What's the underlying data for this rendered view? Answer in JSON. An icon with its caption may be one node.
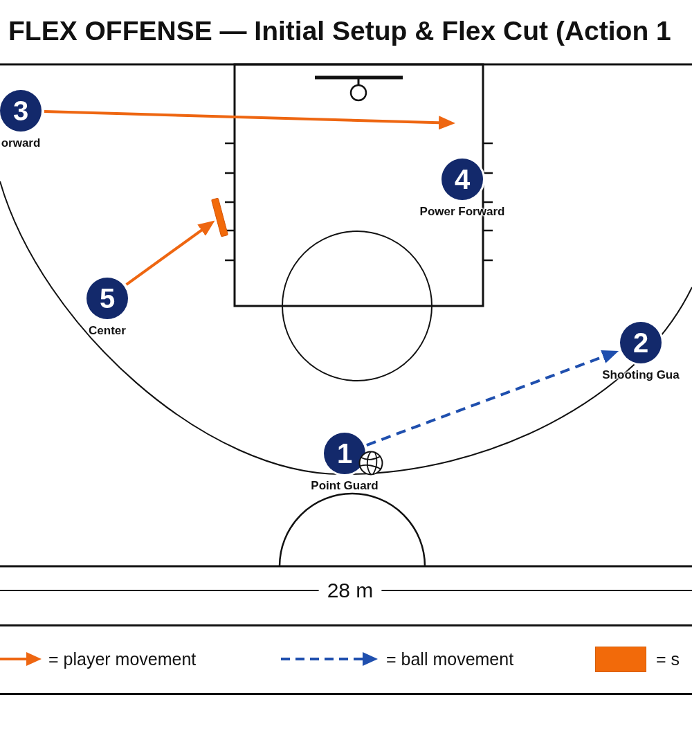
{
  "diagram": {
    "title": "FLEX OFFENSE — Initial Setup & Flex Cut (Action 1",
    "nodes": [
      {
        "text": [
          "3"
        ],
        "beside": [
          "orward"
        ]
      },
      {
        "text": [
          "4"
        ],
        "beside": [
          "Power Forward"
        ]
      },
      {
        "text": [],
        "shape": "bar"
      },
      {
        "text": [
          "5"
        ],
        "beside": [
          "Center"
        ]
      },
      {
        "text": [
          "2"
        ],
        "beside": [
          "Shooting Gua"
        ]
      },
      {
        "text": [
          "1"
        ],
        "beside": [
          "Point Guard"
        ]
      }
    ],
    "edges": [
      {
        "from": 0,
        "to": null,
        "arrow": "to"
      },
      {
        "from": 3,
        "to": 2,
        "arrow": "to"
      },
      {
        "from": 5,
        "to": 4,
        "arrow": "to",
        "style": "dashed",
        "color": "#1f4fae"
      }
    ],
    "labels": [
      "28 m"
    ],
    "legend": [
      {
        "text": "= player movement"
      },
      {
        "text": "= ball movement"
      },
      {
        "text": "= s",
        "color": "#f26a0a"
      }
    ]
  }
}
